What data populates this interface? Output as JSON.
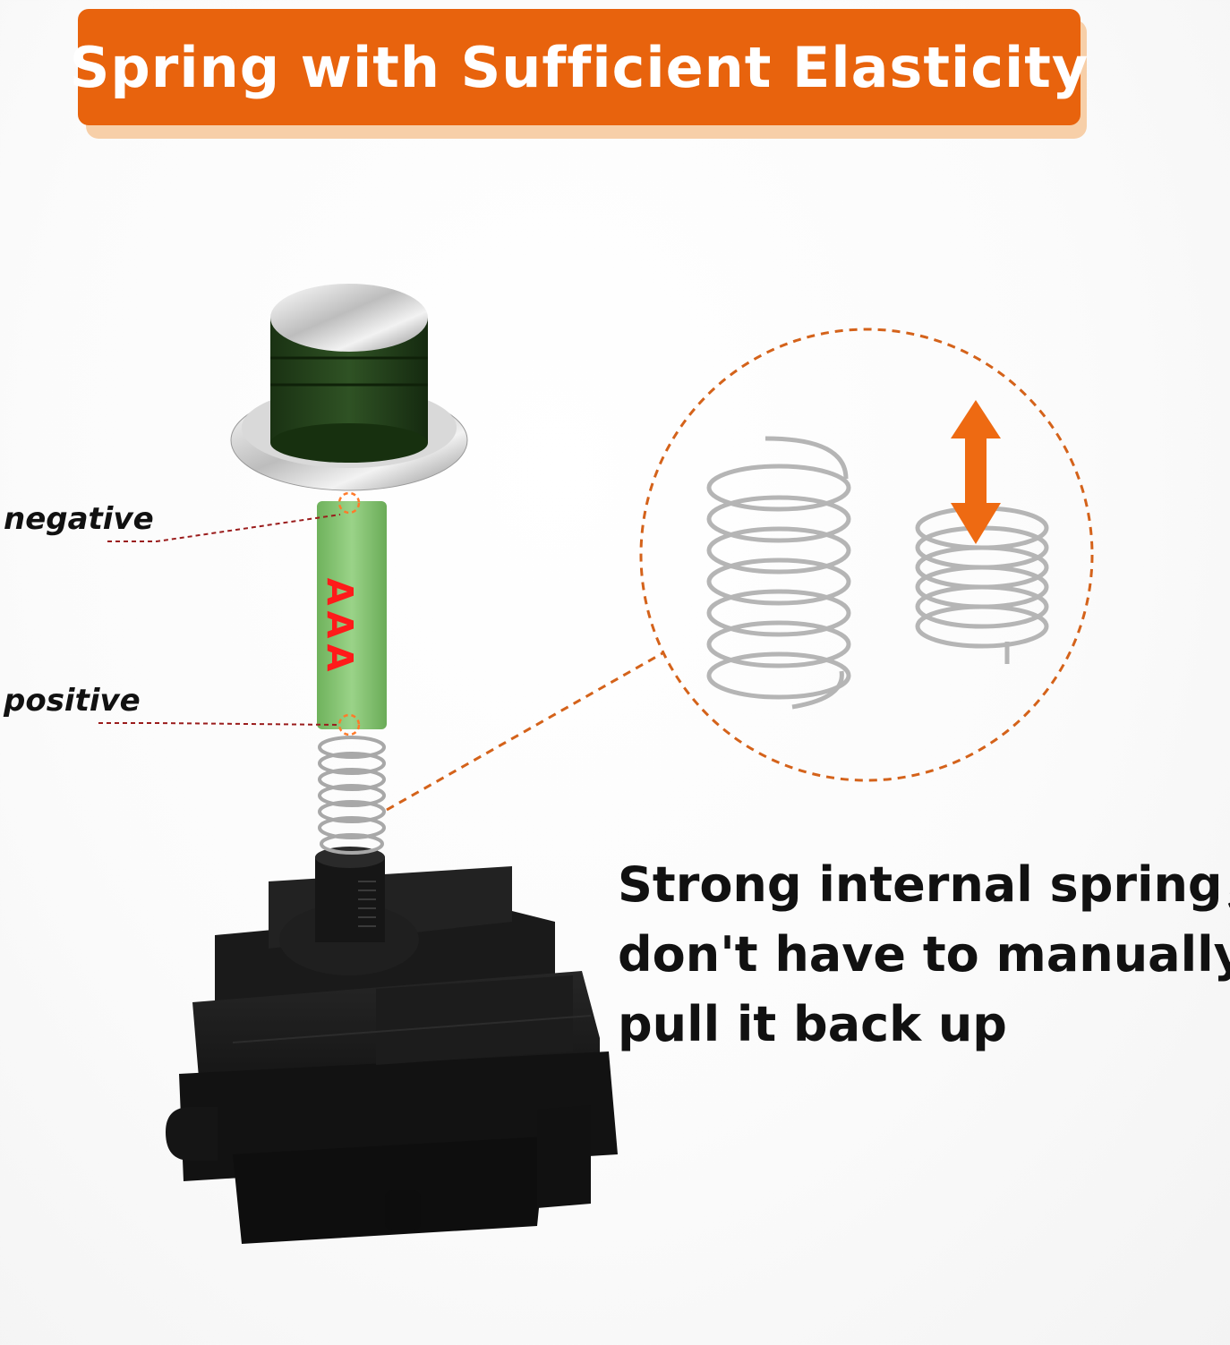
{
  "banner": {
    "title": "Spring with Sufficient Elasticity"
  },
  "labels": {
    "negative": "negative",
    "positive": "positive",
    "battery": "AAA"
  },
  "feature": {
    "lines": [
      "Strong internal spring，",
      "don't have to manually",
      "pull it back up"
    ]
  },
  "colors": {
    "accent": "#e8630d",
    "battery_green": "#8cc97a",
    "battery_text": "#ff1a1a",
    "cap_dark": "#1f3a17",
    "body_black": "#141414"
  },
  "icons": {
    "resize": "double-arrow-vertical-icon"
  }
}
